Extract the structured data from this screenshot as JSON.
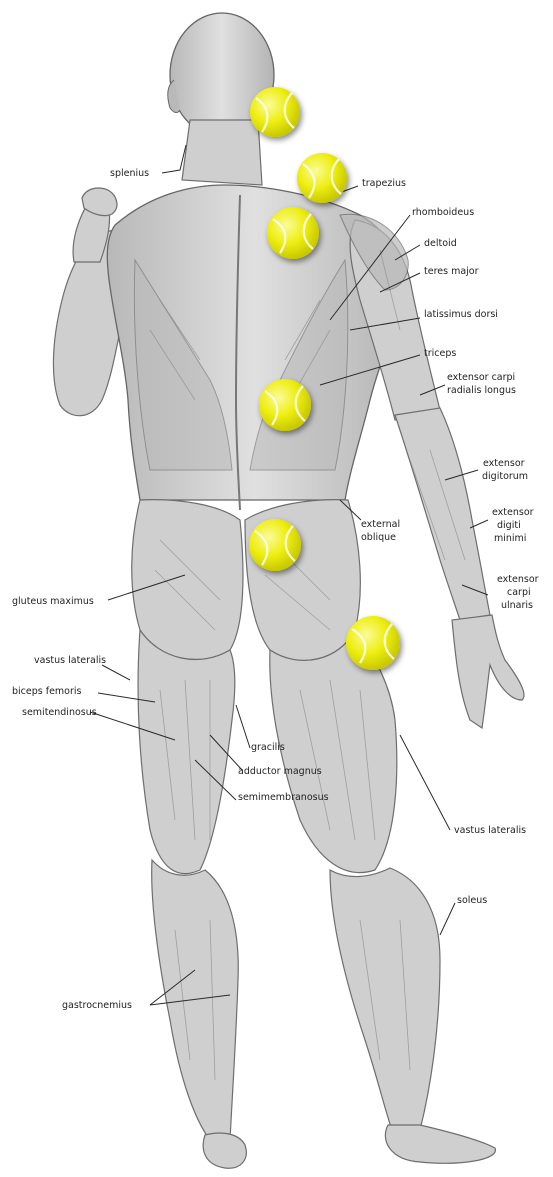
{
  "labels": {
    "splenius": "splenius",
    "trapezius": "trapezius",
    "rhomboideus": "rhomboideus",
    "deltoid": "deltoid",
    "teres_major": "teres major",
    "latissimus_dorsi": "latissimus dorsi",
    "triceps": "triceps",
    "extensor_carpi_radialis_longus_1": "extensor carpi",
    "extensor_carpi_radialis_longus_2": "radialis longus",
    "extensor_digitorum_1": "extensor",
    "extensor_digitorum_2": "digitorum",
    "external_oblique_1": "external",
    "external_oblique_2": "oblique",
    "extensor_digiti_minimi_1": "extensor",
    "extensor_digiti_minimi_2": "digiti",
    "extensor_digiti_minimi_3": "minimi",
    "extensor_carpi_ulnaris_1": "extensor",
    "extensor_carpi_ulnaris_2": "carpi",
    "extensor_carpi_ulnaris_3": "ulnaris",
    "gluteus_maximus": "gluteus maximus",
    "vastus_lateralis_left": "vastus lateralis",
    "biceps_femoris": "biceps femoris",
    "semitendinosus": "semitendinosus",
    "gracilis": "gracilis",
    "adductor_magnus": "adductor magnus",
    "semimembranosus": "semimembranosus",
    "vastus_lateralis_right": "vastus lateralis",
    "soleus": "soleus",
    "gastrocnemius": "gastrocnemius"
  },
  "colors": {
    "ball_fill": "#f2f20a",
    "ball_highlight": "#fbfb8a",
    "ball_shadow": "#c8c800",
    "muscle": "#cfcfcf",
    "outline": "#6e6e6e",
    "label_text": "#222222"
  },
  "markers": {
    "icon": "tennis-ball-icon",
    "count": 6
  }
}
